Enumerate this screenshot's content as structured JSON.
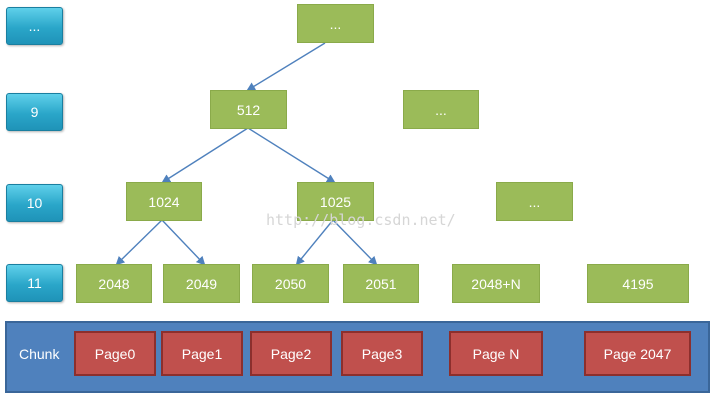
{
  "levels": [
    "...",
    "9",
    "10",
    "11"
  ],
  "tree": {
    "root": "...",
    "level9": [
      "512",
      "..."
    ],
    "level10": [
      "1024",
      "1025",
      "..."
    ],
    "level11": [
      "2048",
      "2049",
      "2050",
      "2051",
      "2048+N",
      "4195"
    ]
  },
  "chunk": {
    "label": "Chunk",
    "pages": [
      "Page0",
      "Page1",
      "Page2",
      "Page3",
      "Page N",
      "Page 2047"
    ]
  },
  "watermark": "http://blog.csdn.net/",
  "colors": {
    "level_box": "#2aa6c9",
    "node": "#9bbb59",
    "chunk": "#4f81bd",
    "page": "#c0504d",
    "edge": "#4f81bd"
  }
}
